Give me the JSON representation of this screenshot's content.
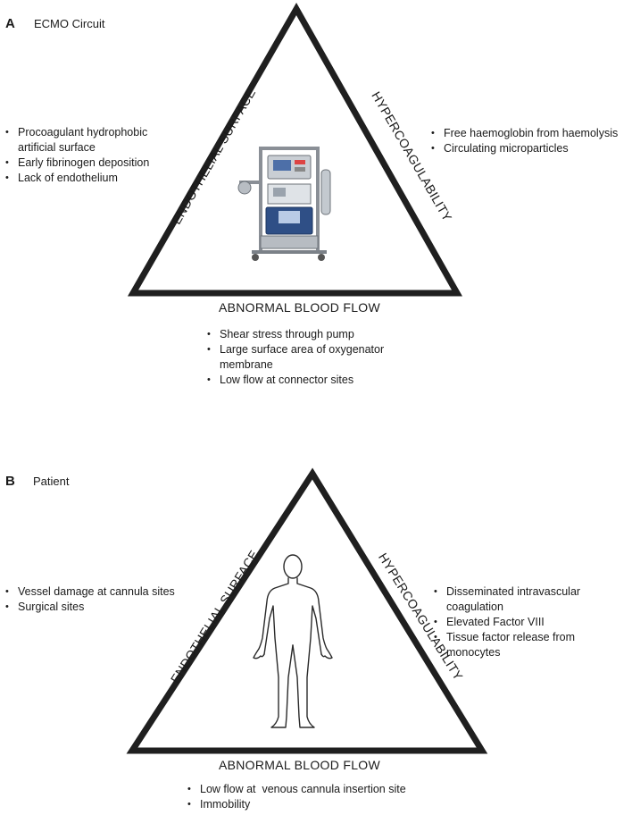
{
  "panels": [
    {
      "letter": "A",
      "caption": "ECMO Circuit",
      "left_label": "ENDOTHELIAL SURFACE",
      "right_label": "HYPERCOAGULABILITY",
      "base_label": "ABNORMAL BLOOD FLOW",
      "center_icon": "ecmo-machine-icon",
      "left_bullets": [
        "Procoagulant hydrophobic artificial surface",
        "Early fibrinogen deposition",
        "Lack of endothelium"
      ],
      "right_bullets": [
        "Free haemoglobin from haemolysis",
        "Circulating microparticles"
      ],
      "bottom_bullets": [
        "Shear stress through pump",
        "Large surface area of oxygenator membrane",
        "Low flow at connector sites"
      ]
    },
    {
      "letter": "B",
      "caption": "Patient",
      "left_label": "ENDOTHELIAL SURFACE",
      "right_label": "HYPERCOAGULABILITY",
      "base_label": "ABNORMAL BLOOD FLOW",
      "center_icon": "human-figure-icon",
      "left_bullets": [
        "Vessel damage at cannula sites",
        "Surgical sites"
      ],
      "right_bullets": [
        "Disseminated intravascular coagulation",
        "Elevated Factor VIII",
        "Tissue factor release from monocytes"
      ],
      "bottom_bullets": [
        "Low flow at  venous cannula insertion site",
        "Immobility"
      ]
    }
  ]
}
